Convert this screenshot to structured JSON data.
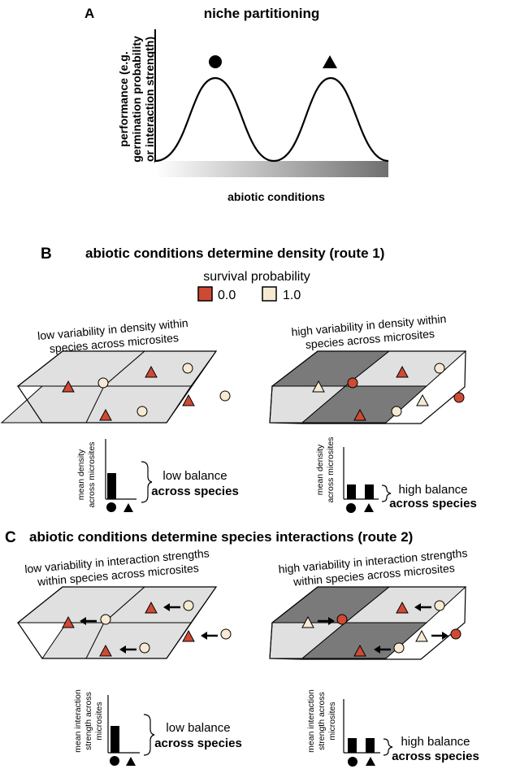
{
  "panel_a": {
    "letter": "A",
    "title": "niche partitioning",
    "ylabel_lines": [
      "performance (e.g.",
      "germination probability",
      "or interaction strength)"
    ],
    "xlabel": "abiotic conditions"
  },
  "panel_b": {
    "letter": "B",
    "title": "abiotic conditions determine density (route 1)",
    "legend": {
      "title": "survival probability",
      "items": [
        {
          "label": "0.0",
          "color": "#cf4a33"
        },
        {
          "label": "1.0",
          "color": "#f7ead2"
        }
      ]
    },
    "left": {
      "caption_lines": [
        "low variability in density within",
        "species across microsites"
      ],
      "ylabel_lines": [
        "mean density",
        "across microsites"
      ],
      "balance_line1": "low balance",
      "balance_line2": "across species",
      "bars": [
        1.0,
        0.0
      ]
    },
    "right": {
      "caption_lines": [
        "high variability in density within",
        "species across microsites"
      ],
      "ylabel_lines": [
        "mean density",
        "across microsites"
      ],
      "balance_line1": "high balance",
      "balance_line2": "across species",
      "bars": [
        0.5,
        0.5
      ]
    }
  },
  "panel_c": {
    "letter": "C",
    "title": "abiotic conditions determine species interactions (route 2)",
    "left": {
      "caption_lines": [
        "low variability in interaction strengths",
        "within species across microsites"
      ],
      "ylabel_lines": [
        "mean interaction",
        "strength across",
        "microsites"
      ],
      "balance_line1": "low balance",
      "balance_line2": "across species",
      "bars": [
        1.0,
        0.0
      ]
    },
    "right": {
      "caption_lines": [
        "high variability in interaction strengths",
        "within species across microsites"
      ],
      "ylabel_lines": [
        "mean interaction",
        "strength across",
        "microsites"
      ],
      "balance_line1": "high balance",
      "balance_line2": "across species",
      "bars": [
        0.5,
        0.5
      ]
    }
  },
  "colors": {
    "red": "#cf4a33",
    "cream": "#f7ead2",
    "light_cell": "#e0e0e0",
    "dark_cell": "#7a7a7a"
  }
}
